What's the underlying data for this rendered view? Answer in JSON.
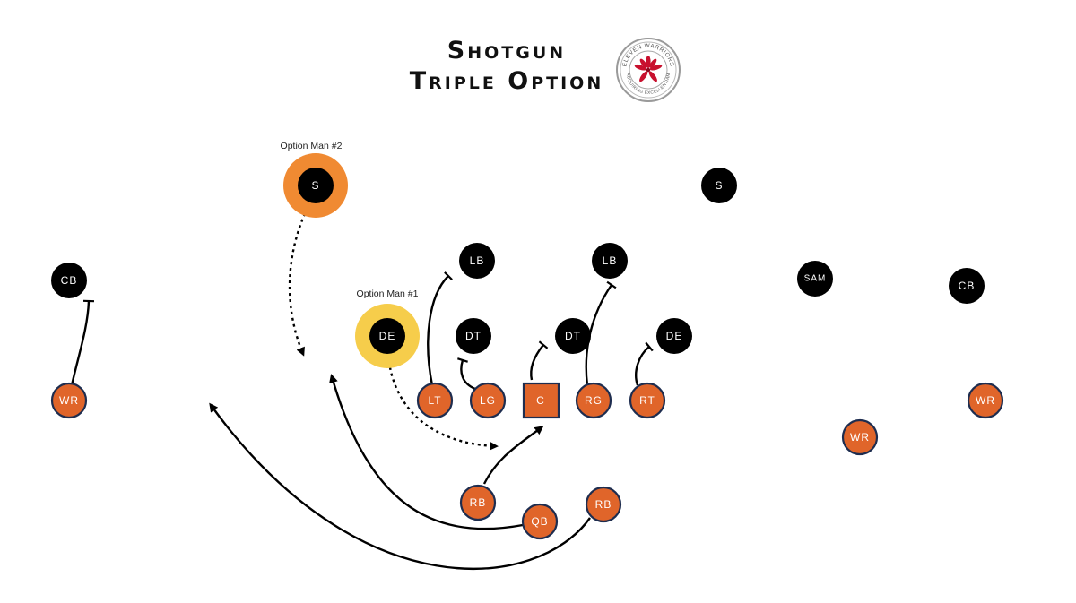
{
  "title": {
    "line1": "Shotgun",
    "line2": "Triple Option"
  },
  "logo": {
    "ring_text_top": "ELEVEN WARRIORS",
    "ring_text_bottom": "ACQUIRING EXCELLENTIAM",
    "icon": "buckeye-leaf-icon"
  },
  "callouts": {
    "option_man_1": "Option Man #1",
    "option_man_2": "Option Man #2"
  },
  "defense": {
    "cb_left": "CB",
    "safety_left": "S",
    "safety_right": "S",
    "lb_left": "LB",
    "lb_right": "LB",
    "sam": "SAM",
    "cb_right": "CB",
    "de_left": "DE",
    "dt_left": "DT",
    "dt_right": "DT",
    "de_right": "DE"
  },
  "offense": {
    "wr_left": "WR",
    "lt": "LT",
    "lg": "LG",
    "c": "C",
    "rg": "RG",
    "rt": "RT",
    "wr_right": "WR",
    "wr_slot": "WR",
    "rb_left": "RB",
    "qb": "QB",
    "rb_right": "RB"
  },
  "colors": {
    "offense_fill": "#E0652A",
    "offense_border": "#1E2D4F",
    "defense_fill": "#000000",
    "option_man_1_halo": "#F6CD4B",
    "option_man_2_halo": "#F08A32",
    "route_line": "#000000"
  }
}
